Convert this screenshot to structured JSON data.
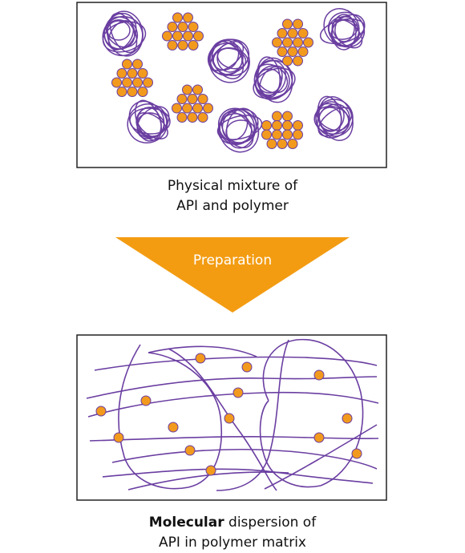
{
  "colors": {
    "polymer": "#6a3ea1",
    "api": "#f29a1d",
    "api_stroke": "#6a3ea1",
    "arrow": "#f39c12",
    "frame": "#222222"
  },
  "top_panel": {
    "caption_line1": "Physical mixture of",
    "caption_line2": "API and polymer"
  },
  "arrow": {
    "label": "Preparation"
  },
  "bottom_panel": {
    "caption_bold": "Molecular",
    "caption_rest": " dispersion of",
    "caption_line2": "API in polymer matrix"
  }
}
